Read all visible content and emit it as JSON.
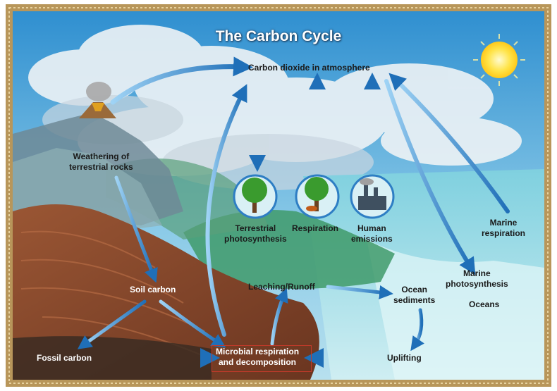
{
  "title": "The Carbon Cycle",
  "labels": {
    "co2_atmosphere": "Carbon dioxide in atmosphere",
    "weathering": "Weathering of\nterrestrial rocks",
    "terrestrial_photosynthesis": "Terrestrial\nphotosynthesis",
    "respiration": "Respiration",
    "human_emissions": "Human\nemissions",
    "marine_respiration": "Marine\nrespiration",
    "marine_photosynthesis": "Marine\nphotosynthesis",
    "oceans": "Oceans",
    "soil_carbon": "Soil carbon",
    "leaching_runoff": "Leaching/Runoff",
    "ocean_sediments": "Ocean\nsediments",
    "fossil_carbon": "Fossil carbon",
    "microbial": "Microbial respiration\nand decomposition",
    "uplifting": "Uplifting"
  },
  "colors": {
    "frame_gold": "#b8965a",
    "sky": "#4aa6d8",
    "ocean": "#5fc0d6",
    "land": "#8a4a2c",
    "arrow": "#2e7ec4"
  },
  "icons": [
    "tree-icon",
    "fox-icon",
    "factory-icon",
    "sun-icon",
    "volcano-icon"
  ]
}
